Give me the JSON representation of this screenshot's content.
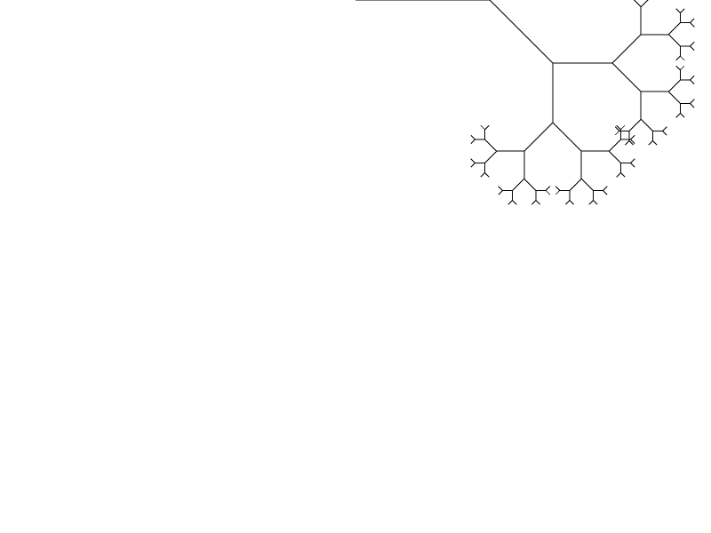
{
  "drawing": {
    "kind": "fractal-branching-tree",
    "background_color": "#ffffff",
    "stroke_color": "#000000",
    "recursion_depth": 6,
    "branch_angle_degrees": 45,
    "length_ratio": 0.5,
    "text": []
  }
}
